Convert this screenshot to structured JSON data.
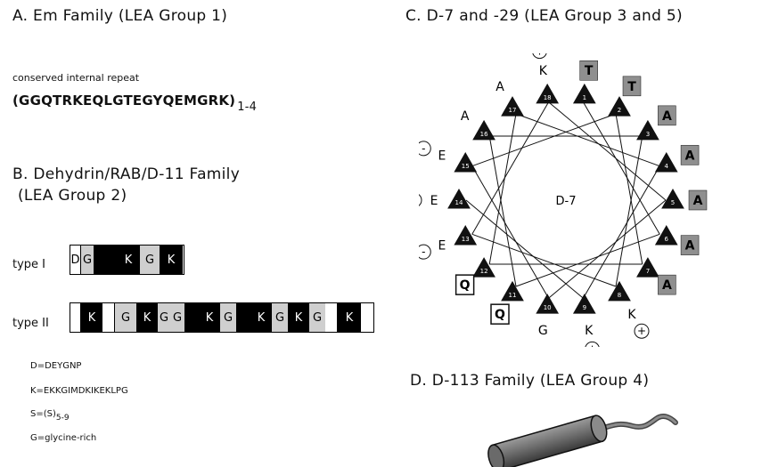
{
  "panelA": {
    "title": "A.   Em Family (LEA Group 1)",
    "label": "conserved internal repeat",
    "sequence": "(GGQTRKEQLGTEGYQEMGRK)",
    "subscript": "1-4"
  },
  "panelB": {
    "title_line1": "B.      Dehydrin/RAB/D-11    Family",
    "title_line2": "(LEA Group 2)",
    "type1_label": "type I",
    "type2_label": "type II",
    "type1_segments": [
      {
        "text": "D",
        "color": "white"
      },
      {
        "text": "G",
        "color": "gray"
      },
      {
        "text": "",
        "color": "black"
      },
      {
        "text": "K",
        "color": "black"
      },
      {
        "text": "G",
        "color": "gray"
      },
      {
        "text": "K",
        "color": "black"
      }
    ],
    "type2_segments": [
      {
        "text": "",
        "color": "white"
      },
      {
        "text": "K",
        "color": "black"
      },
      {
        "text": "",
        "color": "white"
      },
      {
        "text": "G",
        "color": "gray"
      },
      {
        "text": "K",
        "color": "black"
      },
      {
        "text": "G",
        "color": "gray"
      },
      {
        "text": "G",
        "color": "gray"
      },
      {
        "text": "",
        "color": "black"
      },
      {
        "text": "K",
        "color": "black"
      },
      {
        "text": "G",
        "color": "gray"
      },
      {
        "text": "",
        "color": "black"
      },
      {
        "text": "K",
        "color": "black"
      },
      {
        "text": "G",
        "color": "gray"
      },
      {
        "text": "K",
        "color": "black"
      },
      {
        "text": "G",
        "color": "gray"
      },
      {
        "text": "",
        "color": "white"
      },
      {
        "text": "K",
        "color": "black"
      }
    ],
    "legend": {
      "d": "D=DEYGNP",
      "k": "K=EKKGIMDKIKEKLPG",
      "s_prefix": "S=(S)",
      "s_sub": "5-9",
      "g": "G=glycine-rich"
    }
  },
  "panelC": {
    "title": "C.  D-7 and -29 (LEA Group 3 and 5)",
    "center_label": "D-7",
    "residues": [
      {
        "letter": "T",
        "num": "1",
        "boxed": "gray"
      },
      {
        "letter": "T",
        "num": "2",
        "boxed": "gray"
      },
      {
        "letter": "A",
        "num": "3",
        "boxed": "gray"
      },
      {
        "letter": "A",
        "num": "4",
        "boxed": "gray"
      },
      {
        "letter": "A",
        "num": "5",
        "boxed": "gray"
      },
      {
        "letter": "A",
        "num": "6",
        "boxed": "gray"
      },
      {
        "letter": "A",
        "num": "7",
        "boxed": "gray"
      },
      {
        "letter": "K",
        "num": "8",
        "boxed": "none",
        "charge": "+"
      },
      {
        "letter": "K",
        "num": "9",
        "boxed": "none",
        "charge": "+"
      },
      {
        "letter": "G",
        "num": "10",
        "boxed": "none"
      },
      {
        "letter": "Q",
        "num": "11",
        "boxed": "outline"
      },
      {
        "letter": "Q",
        "num": "12",
        "boxed": "outline"
      },
      {
        "letter": "E",
        "num": "13",
        "boxed": "none",
        "charge": "-"
      },
      {
        "letter": "E",
        "num": "14",
        "boxed": "none",
        "charge": "-"
      },
      {
        "letter": "E",
        "num": "15",
        "boxed": "none",
        "charge": "-"
      },
      {
        "letter": "A",
        "num": "16",
        "boxed": "none"
      },
      {
        "letter": "A",
        "num": "17",
        "boxed": "none"
      },
      {
        "letter": "K",
        "num": "18",
        "boxed": "none",
        "charge": "+"
      }
    ]
  },
  "panelD": {
    "title": "D.   D-113 Family (LEA Group 4)"
  }
}
